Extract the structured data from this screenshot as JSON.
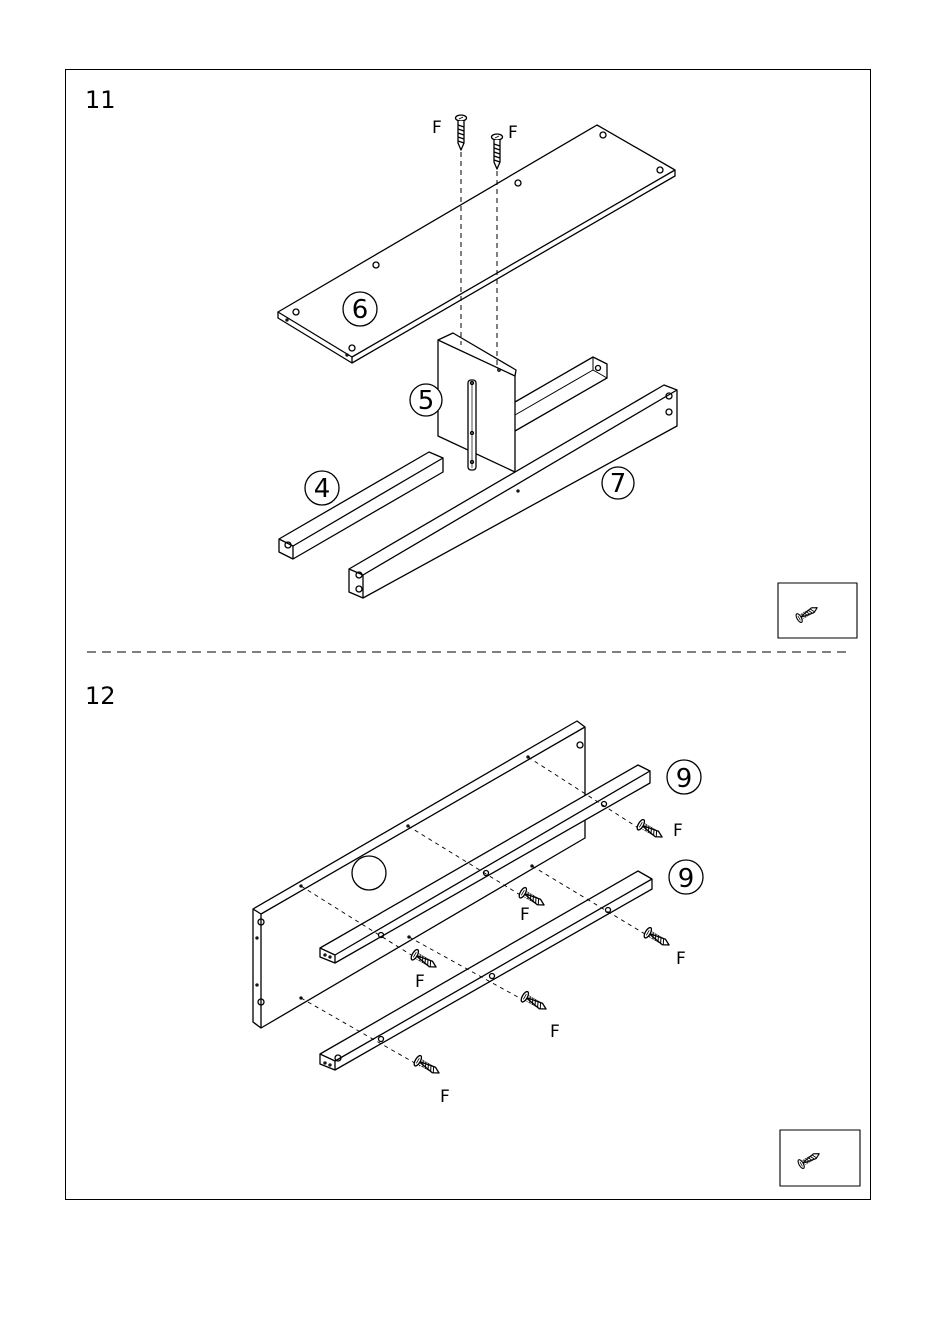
{
  "steps": [
    {
      "number": "11"
    },
    {
      "number": "12"
    }
  ],
  "screw_label": "F",
  "parts": {
    "p4": "4",
    "p5": "5",
    "p6": "6",
    "p7": "7",
    "p9": "9"
  },
  "icons": {
    "screw": "screw-icon",
    "hardware_box": "hardware-box-icon"
  }
}
